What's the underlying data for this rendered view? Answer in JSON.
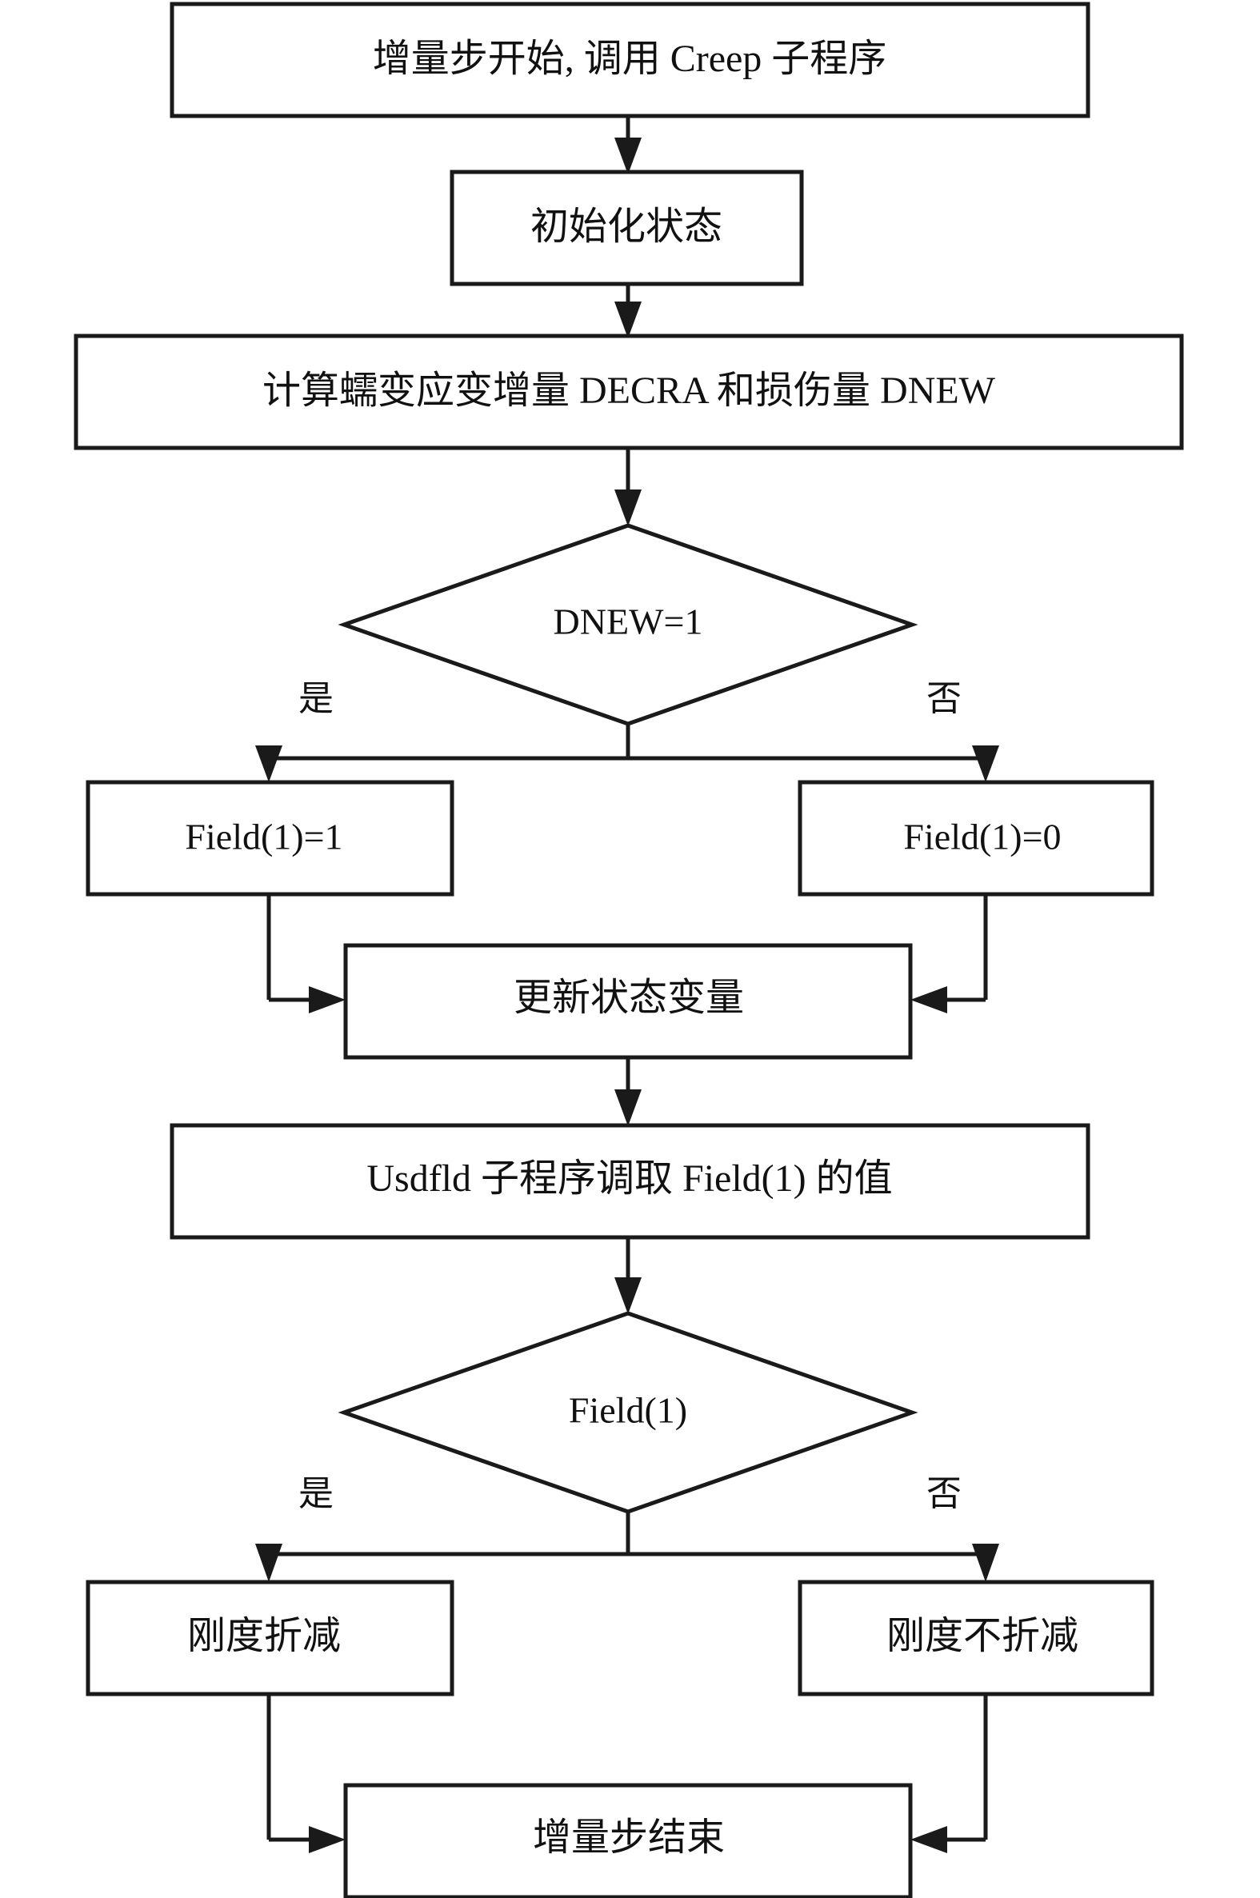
{
  "diagram": {
    "type": "flowchart",
    "title": "Creep / Usdfld subroutine increment flowchart",
    "orientation": "top-to-bottom",
    "colors": {
      "background": "#ffffff",
      "stroke": "#1a1a1a",
      "fill": "#ffffff",
      "text": "#111111"
    },
    "nodes": [
      {
        "id": "start",
        "shape": "rectangle",
        "label": "增量步开始, 调用 Creep 子程序"
      },
      {
        "id": "init",
        "shape": "rectangle",
        "label": "初始化状态"
      },
      {
        "id": "compute",
        "shape": "rectangle",
        "label": "计算蠕变应变增量 DECRA 和损伤量 DNEW"
      },
      {
        "id": "decide-dnew",
        "shape": "diamond",
        "label": "DNEW=1"
      },
      {
        "id": "field-one",
        "shape": "rectangle",
        "label": "Field(1)=1"
      },
      {
        "id": "field-zero",
        "shape": "rectangle",
        "label": "Field(1)=0"
      },
      {
        "id": "update-state",
        "shape": "rectangle",
        "label": "更新状态变量"
      },
      {
        "id": "usdfld",
        "shape": "rectangle",
        "label": "Usdfld 子程序调取 Field(1) 的值"
      },
      {
        "id": "decide-field",
        "shape": "diamond",
        "label": "Field(1)"
      },
      {
        "id": "reduce",
        "shape": "rectangle",
        "label": "刚度折减"
      },
      {
        "id": "no-reduce",
        "shape": "rectangle",
        "label": "刚度不折减"
      },
      {
        "id": "end",
        "shape": "rectangle",
        "label": "增量步结束"
      }
    ],
    "branch_labels": {
      "dnew_yes": "是",
      "dnew_no": "否",
      "field_yes": "是",
      "field_no": "否"
    },
    "edges": [
      {
        "from": "start",
        "to": "init",
        "label": ""
      },
      {
        "from": "init",
        "to": "compute",
        "label": ""
      },
      {
        "from": "compute",
        "to": "decide-dnew",
        "label": ""
      },
      {
        "from": "decide-dnew",
        "to": "field-one",
        "label": "是"
      },
      {
        "from": "decide-dnew",
        "to": "field-zero",
        "label": "否"
      },
      {
        "from": "field-one",
        "to": "update-state",
        "label": ""
      },
      {
        "from": "field-zero",
        "to": "update-state",
        "label": ""
      },
      {
        "from": "update-state",
        "to": "usdfld",
        "label": ""
      },
      {
        "from": "usdfld",
        "to": "decide-field",
        "label": ""
      },
      {
        "from": "decide-field",
        "to": "reduce",
        "label": "是"
      },
      {
        "from": "decide-field",
        "to": "no-reduce",
        "label": "否"
      },
      {
        "from": "reduce",
        "to": "end",
        "label": ""
      },
      {
        "from": "no-reduce",
        "to": "end",
        "label": ""
      }
    ]
  }
}
